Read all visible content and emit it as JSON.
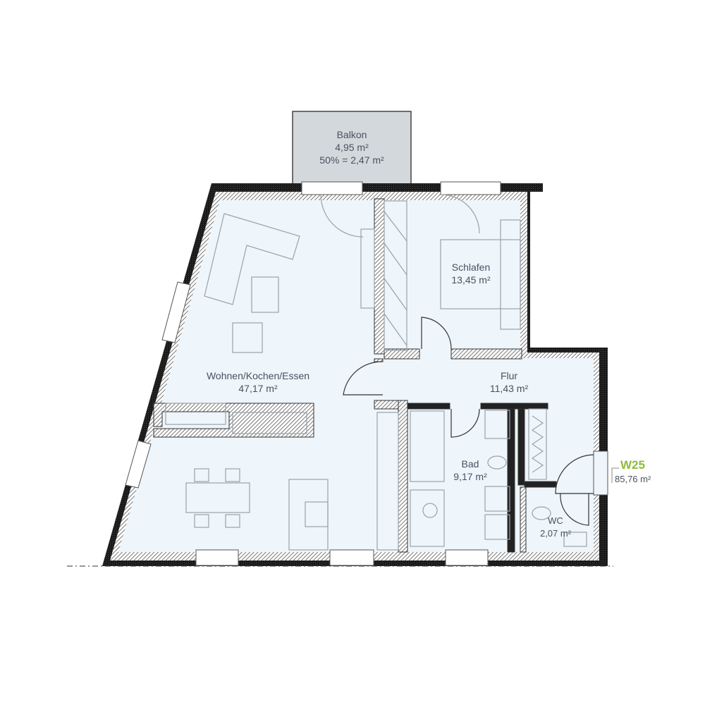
{
  "apartment": {
    "id": "W25",
    "total_area": "85,76 m²",
    "accent_color": "#8dbb3c"
  },
  "rooms": [
    {
      "name": "Balkon",
      "area": "4,95 m²",
      "note": "50% = 2,47 m²"
    },
    {
      "name": "Schlafen",
      "area": "13,45 m²"
    },
    {
      "name": "Wohnen/Kochen/Essen",
      "area": "47,17 m²"
    },
    {
      "name": "Flur",
      "area": "11,43 m²"
    },
    {
      "name": "Bad",
      "area": "9,17 m²"
    },
    {
      "name": "WC",
      "area": "2,07 m²"
    }
  ],
  "colors": {
    "room_fill": "#eef5fb",
    "balcony_fill": "#d3d8dc",
    "wall": "#222222"
  }
}
